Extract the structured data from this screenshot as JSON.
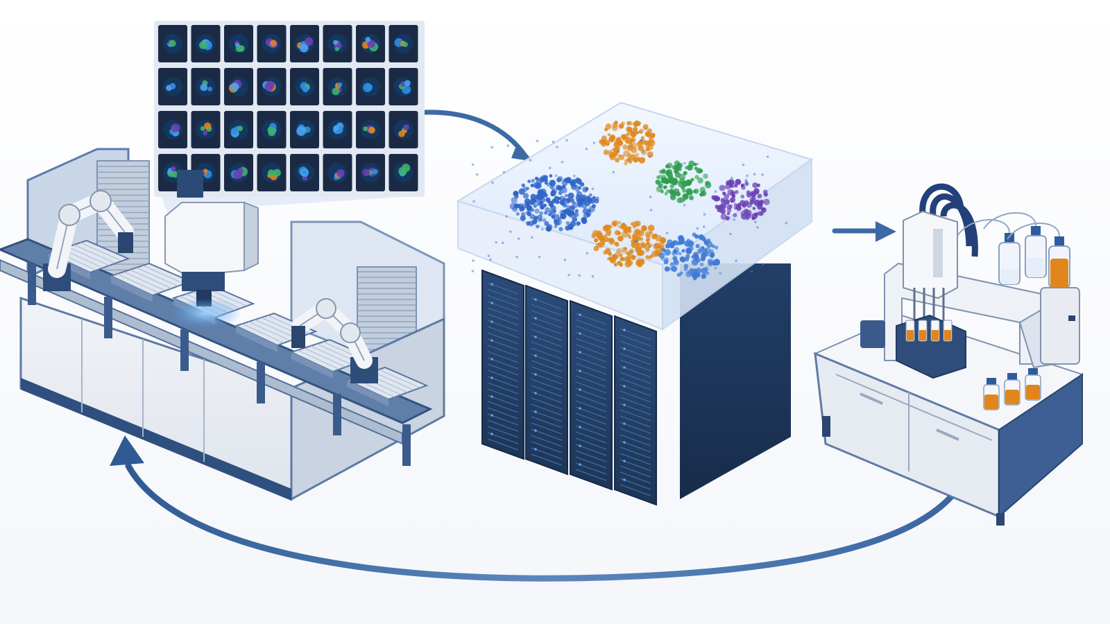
{
  "diagram": {
    "stages": [
      {
        "id": "screening",
        "icon": "automated-screening-line-icon"
      },
      {
        "id": "compute",
        "icon": "server-cluster-icon"
      },
      {
        "id": "synthesis",
        "icon": "liquid-handling-robot-icon"
      }
    ],
    "micrograph_grid": {
      "rows": 4,
      "cols": 8
    },
    "embedding_clusters": [
      {
        "color": "#2f64c8"
      },
      {
        "color": "#e08a1e"
      },
      {
        "color": "#2e9e4e"
      },
      {
        "color": "#6a3fb5"
      },
      {
        "color": "#e08a1e"
      },
      {
        "color": "#3f7ad6"
      }
    ],
    "colors": {
      "navy": "#27446e",
      "steel": "#3d5f93",
      "arrow": "#3c6aa4",
      "panel_white": "#eef1f6",
      "amber_liquid": "#e0861c"
    }
  }
}
